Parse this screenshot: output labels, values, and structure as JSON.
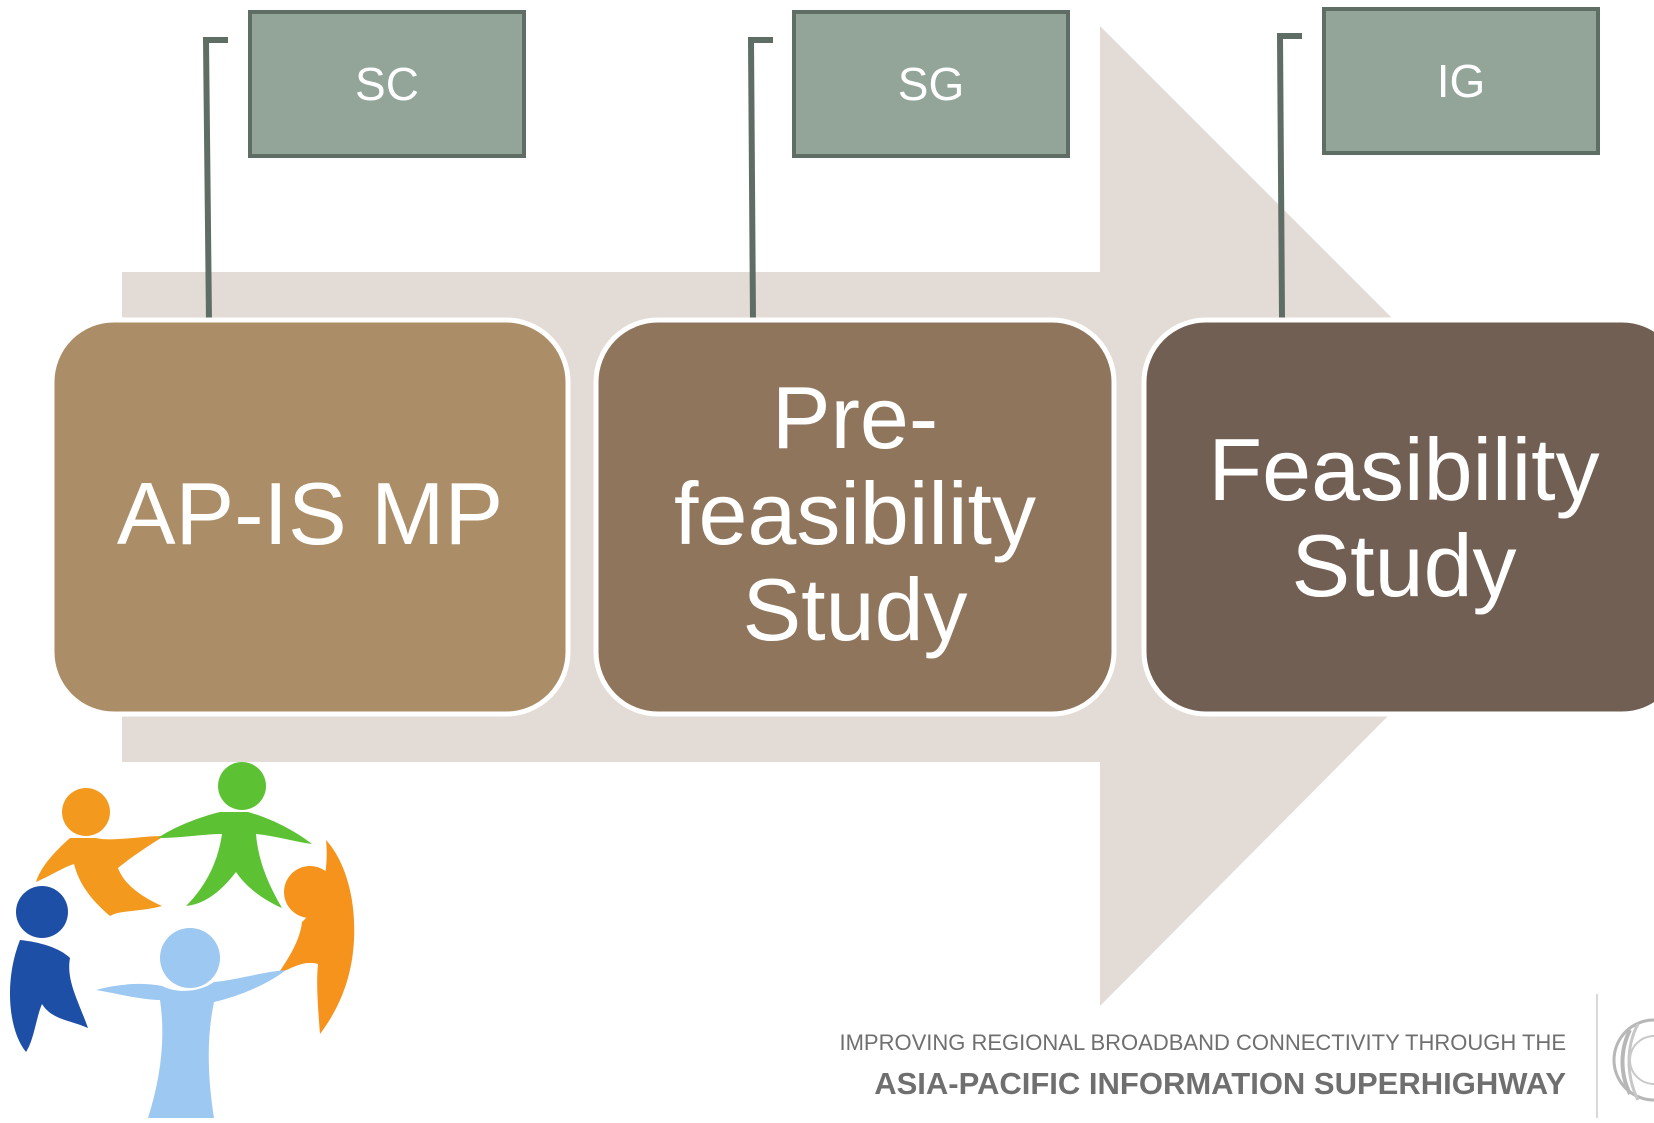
{
  "diagram": {
    "stages": [
      {
        "lines": [
          "AP-IS MP"
        ],
        "fill": "#AB8D67"
      },
      {
        "lines": [
          "Pre-",
          "feasibility",
          "Study"
        ],
        "fill": "#8F755C"
      },
      {
        "lines": [
          "Feasibility",
          "Study"
        ],
        "fill": "#715F53"
      }
    ],
    "tags": [
      {
        "label": "SC"
      },
      {
        "label": "SG"
      },
      {
        "label": "IG"
      }
    ],
    "colors": {
      "arrow": "#E3DBD5",
      "tag_fill": "#93A499",
      "tag_border": "#5F6E64",
      "connector": "#5F6E64",
      "stage_border": "#FFFFFF",
      "stage_text": "#FFFFFF",
      "tag_text": "#FFFFFF"
    }
  },
  "illustration": {
    "icon": "people-circle-icon",
    "figure_colors": [
      "#F39A1E",
      "#5CC233",
      "#F5931D",
      "#9CC8F2",
      "#1E4FA6"
    ]
  },
  "footer": {
    "line1": "IMPROVING REGIONAL BROADBAND CONNECTIVITY THROUGH THE",
    "line2": "ASIA-PACIFIC INFORMATION SUPERHIGHWAY",
    "logo_icon": "un-emblem-icon"
  }
}
